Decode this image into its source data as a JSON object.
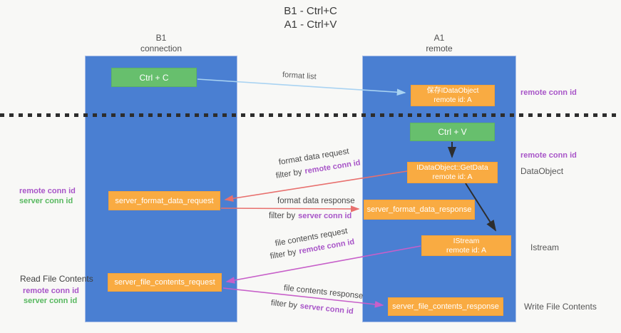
{
  "title": {
    "line1": "B1 - Ctrl+C",
    "line2": "A1 - Ctrl+V"
  },
  "lanes": {
    "left": {
      "name_line": "B1",
      "sub_line": "connection"
    },
    "right": {
      "name_line": "A1",
      "sub_line": "remote"
    }
  },
  "boxes": {
    "ctrl_c": {
      "label": "Ctrl + C"
    },
    "save_idataobject": {
      "line1": "保存IDataObject",
      "line2": "remote id: A"
    },
    "ctrl_v": {
      "label": "Ctrl + V"
    },
    "idataobject_getdata": {
      "line1": "IDataObject::GetData",
      "line2": "remote id: A"
    },
    "server_format_data_request": {
      "label": "server_format_data_request"
    },
    "server_format_data_response": {
      "label": "server_format_data_response"
    },
    "istream": {
      "line1": "IStream",
      "line2": "remote id: A"
    },
    "server_file_contents_request": {
      "label": "server_file_contents_request"
    },
    "server_file_contents_response": {
      "label": "server_file_contents_response"
    }
  },
  "edges": {
    "format_list": {
      "label": "format list"
    },
    "format_data_request": {
      "label": "format data request",
      "filter_prefix": "filter by",
      "filter_key": "remote conn id"
    },
    "format_data_response": {
      "label": "format data response",
      "filter_prefix": "filter by",
      "filter_key": "server conn id"
    },
    "file_contents_request": {
      "label": "file contents request",
      "filter_prefix": "filter by",
      "filter_key": "remote conn id"
    },
    "file_contents_response": {
      "label": "file contents response",
      "filter_prefix": "filter by",
      "filter_key": "server conn id"
    }
  },
  "annotations": {
    "right_remote_conn_id_top": "remote conn id",
    "right_remote_conn_id_mid": "remote conn id",
    "data_object": "DataObject",
    "istream": "Istream",
    "write_file_contents": "Write File Contents",
    "left_remote_conn_id_top": "remote conn id",
    "left_server_conn_id_top": "server conn id",
    "read_file_contents": "Read File Contents",
    "left_remote_conn_id_bottom": "remote conn id",
    "left_server_conn_id_bottom": "server conn id"
  },
  "colors": {
    "lane_blue": "#4a7fd2",
    "box_green": "#67bf6d",
    "box_orange": "#f9ab42",
    "arrow_light_blue": "#a9d3f2",
    "arrow_black": "#2d2d2d",
    "arrow_salmon": "#e8706e",
    "arrow_magenta": "#c75fc9",
    "text_purple": "#a855c8",
    "text_green": "#57b85f",
    "background": "#f8f8f6"
  }
}
